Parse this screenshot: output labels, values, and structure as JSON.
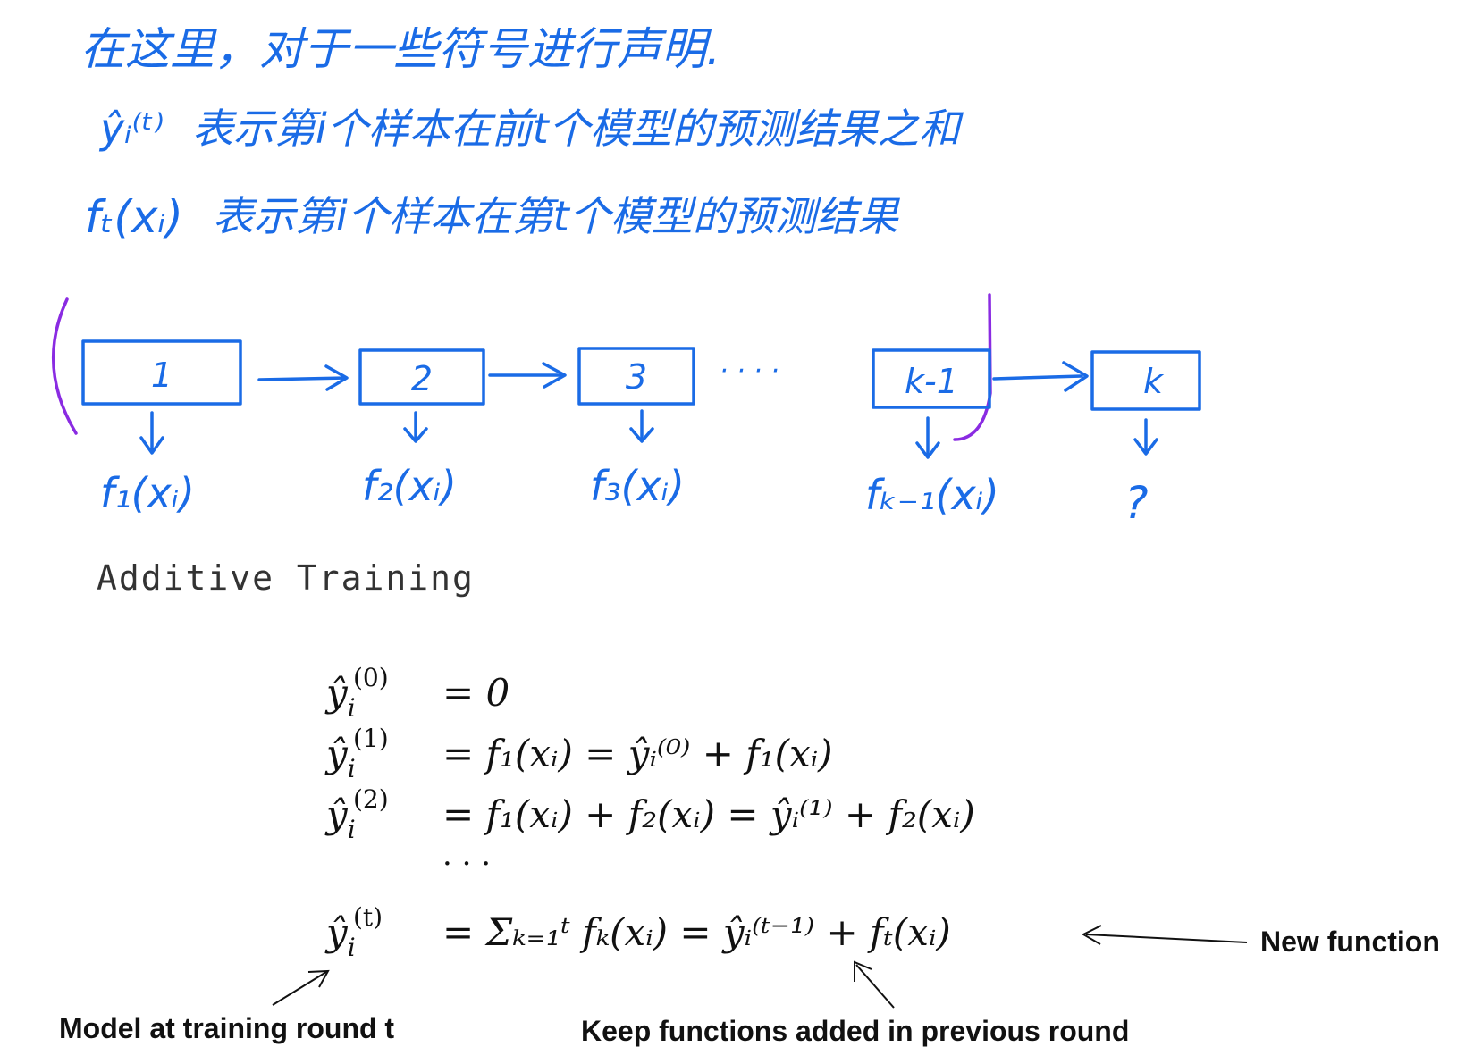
{
  "notes": {
    "line1": "在这里，对于一些符号进行声明.",
    "line2_symbol": "ŷᵢ⁽ᵗ⁾",
    "line2_text": "表示第i个样本在前t个模型的预测结果之和",
    "line3_symbol": "fₜ(xᵢ)",
    "line3_text": "表示第i个样本在第t个模型的预测结果"
  },
  "chain": {
    "boxes": [
      "1",
      "2",
      "3",
      "k-1",
      "k"
    ],
    "dots": "· · · ·",
    "outputs": [
      "f₁(xᵢ)",
      "f₂(xᵢ)",
      "f₃(xᵢ)",
      "fₖ₋₁(xᵢ)",
      "?"
    ]
  },
  "section_title": "Additive Training",
  "equations": [
    {
      "lhs_sup": "(0)",
      "rhs": "= 0"
    },
    {
      "lhs_sup": "(1)",
      "rhs": "= f₁(xᵢ) = ŷᵢ⁽⁰⁾ + f₁(xᵢ)"
    },
    {
      "lhs_sup": "(2)",
      "rhs": "= f₁(xᵢ) + f₂(xᵢ) = ŷᵢ⁽¹⁾ + f₂(xᵢ)"
    },
    {
      "lhs_sup": "",
      "rhs": "· · ·"
    },
    {
      "lhs_sup": "(t)",
      "rhs": "= Σₖ₌₁ᵗ fₖ(xᵢ) = ŷᵢ⁽ᵗ⁻¹⁾ + fₜ(xᵢ)"
    }
  ],
  "annotations": {
    "new_function": "New function",
    "model_round": "Model at training round t",
    "keep_functions": "Keep functions added in previous round"
  },
  "colors": {
    "handwriting": "#1a6be6",
    "bracket": "#8a2be2",
    "text": "#111111"
  }
}
